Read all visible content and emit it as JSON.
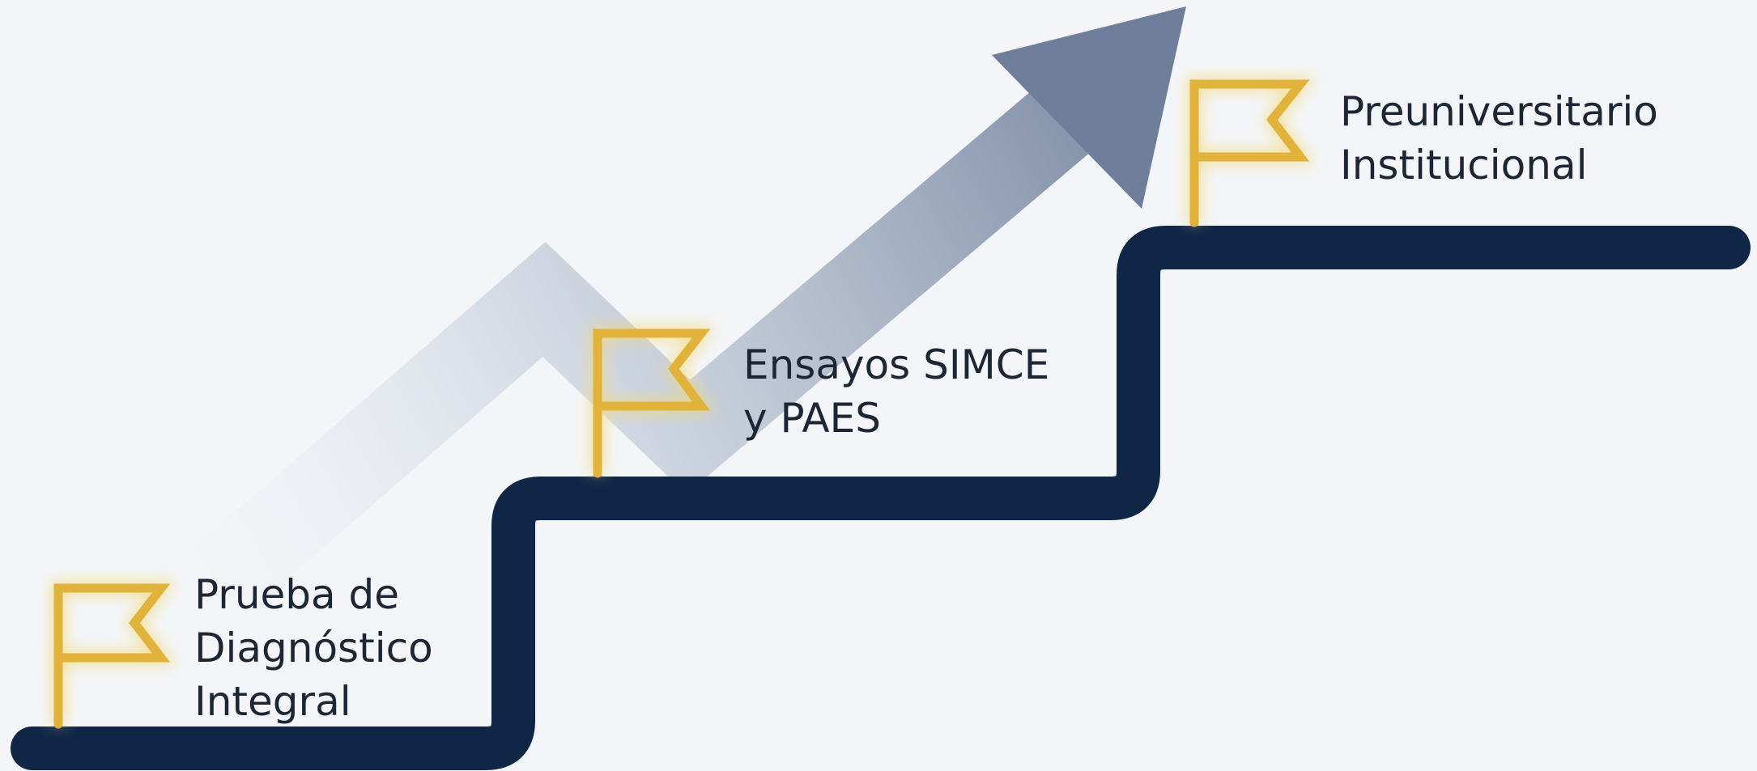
{
  "diagram": {
    "steps": [
      {
        "lines": [
          "Prueba de",
          "Diagnóstico",
          "Integral"
        ]
      },
      {
        "lines": [
          "Ensayos SIMCE",
          "y PAES"
        ]
      },
      {
        "lines": [
          "Preuniversitario",
          "Institucional"
        ]
      }
    ],
    "icons": {
      "step_marker": "flag-icon",
      "progress": "arrow-up-right-icon"
    },
    "colors": {
      "background": "#f3f5f8",
      "staircase": "#0f2647",
      "flag": "#e1b33a",
      "flag_glow": "#f4d977",
      "arrow_start": "#e9edf3",
      "arrow_end": "#6f7f9b",
      "text": "#1c2635"
    }
  }
}
